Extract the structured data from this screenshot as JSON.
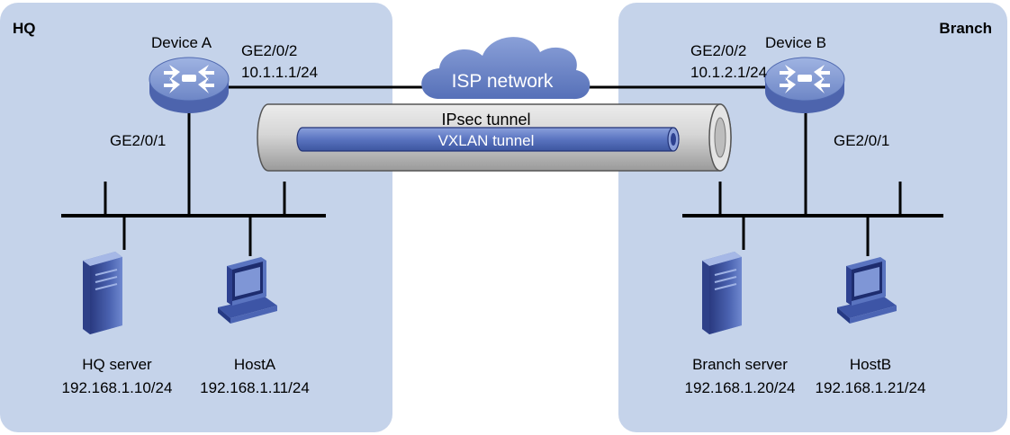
{
  "sites": {
    "hq": {
      "title": "HQ"
    },
    "branch": {
      "title": "Branch"
    }
  },
  "device_a": {
    "name": "Device A",
    "uplink_port": "GE2/0/2",
    "uplink_ip": "10.1.1.1/24",
    "lan_port": "GE2/0/1"
  },
  "device_b": {
    "name": "Device B",
    "uplink_port": "GE2/0/2",
    "uplink_ip": "10.1.2.1/24",
    "lan_port": "GE2/0/1"
  },
  "isp": {
    "label": "ISP network"
  },
  "tunnels": {
    "ipsec": "IPsec tunnel",
    "vxlan": "VXLAN tunnel"
  },
  "hosts": {
    "hq_server": {
      "name": "HQ server",
      "ip": "192.168.1.10/24"
    },
    "host_a": {
      "name": "HostA",
      "ip": "192.168.1.11/24"
    },
    "branch_server": {
      "name": "Branch server",
      "ip": "192.168.1.20/24"
    },
    "host_b": {
      "name": "HostB",
      "ip": "192.168.1.21/24"
    }
  },
  "colors": {
    "site_area": "#c5d3ea",
    "cloud": "#6e84c2",
    "router": "#7d96cf",
    "tunnel_outer": "#d4d4d4",
    "tunnel_inner": "#5c77c2",
    "device_body": "#3a4e9c"
  },
  "icons": {
    "router": "router-icon",
    "server": "server-icon",
    "host": "desktop-pc-icon",
    "cloud": "cloud-icon"
  }
}
